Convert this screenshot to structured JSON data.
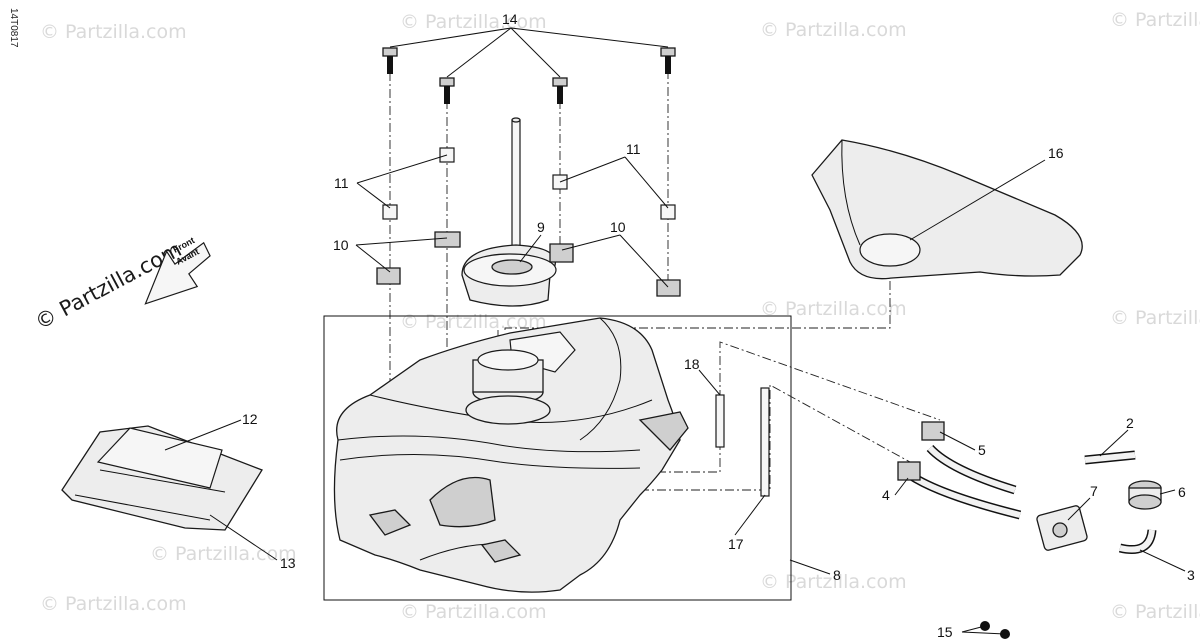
{
  "drawing_code": "14T0817",
  "watermark": "© Partzilla.com",
  "front_arrow": {
    "line1": "Front",
    "line2": "Avant"
  },
  "callouts": {
    "c1": "2",
    "c2": "3",
    "c3": "4",
    "c4": "5",
    "c5": "6",
    "c6": "7",
    "c7": "8",
    "c8": "9",
    "c9": "10",
    "c10": "10",
    "c11": "11",
    "c12": "11",
    "c13": "12",
    "c14": "13",
    "c15": "14",
    "c16": "15",
    "c17": "16",
    "c18": "17",
    "c19": "18"
  }
}
